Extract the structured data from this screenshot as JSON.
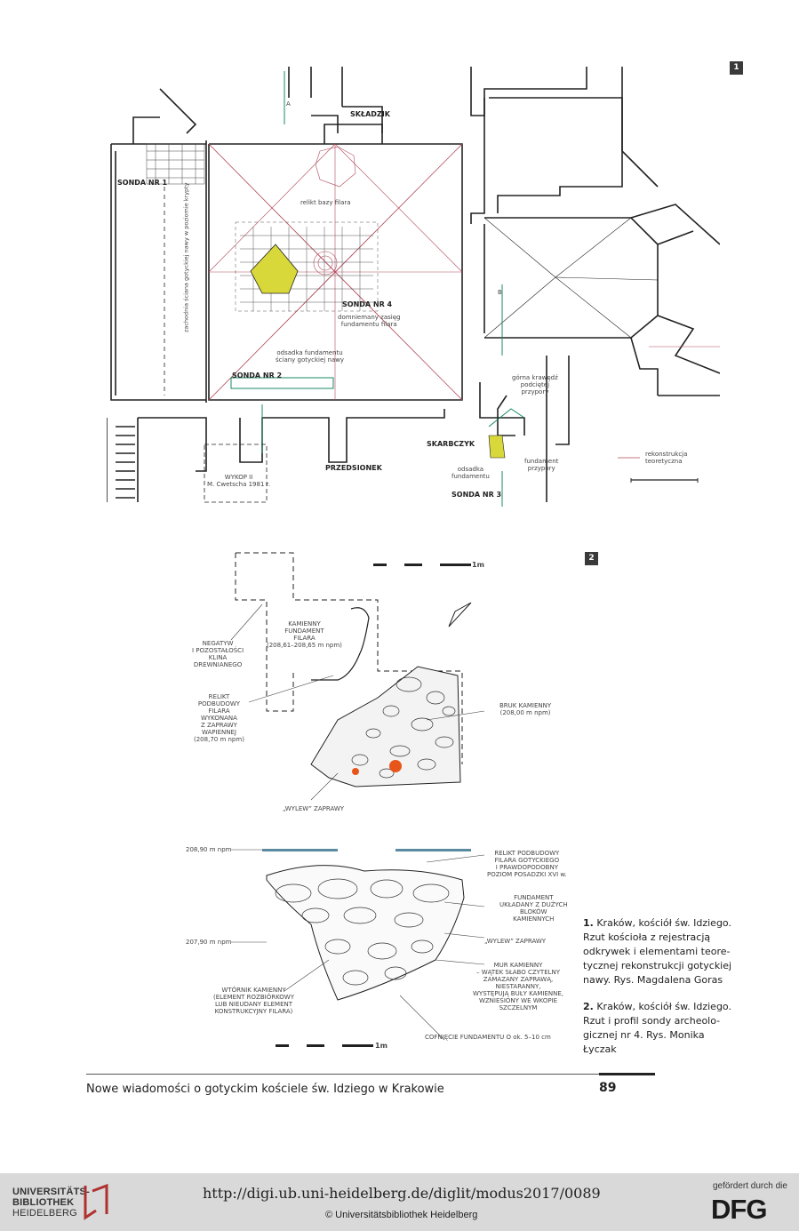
{
  "figure1": {
    "badge": "1",
    "labels": {
      "skladzik": "SKŁADZIK",
      "sonda1": "SONDA NR 1",
      "west_wall": "zachodnia ściana gotyckiej nawy w poziomie krypty",
      "relikt_bazy": "relikt bazy filara",
      "sonda4": "SONDA NR 4",
      "domniemany": "domniemany zasięg\nfundamentu filara",
      "odsadka_sciany": "odsadka fundamentu\nściany gotyckiej nawy",
      "sonda2": "SONDA NR 2",
      "gorna": "górna krawędź\npodciętej\nprzypory",
      "skarbczyk": "SKARBCZYK",
      "fundament_przypory": "fundament\nprzypory",
      "odsadka_fund": "odsadka\nfundamentu",
      "sonda3": "SONDA NR 3",
      "przedsionek": "PRZEDSIONEK",
      "wykop": "WYKOP II\nM. Cwetscha 1981 r.",
      "legend": "rekonstrukcja\nteoretyczna",
      "section_a": "A",
      "section_b": "B"
    }
  },
  "figure2": {
    "badge": "2",
    "scale_top": "1m",
    "scale_bottom": "1m",
    "labels": {
      "kamienny": "KAMIENNY\nFUNDAMENT\nFILARA\n(208,61–208,65 m npm)",
      "negatyw": "NEGATYW\nI POZOSTAŁOŚCI\nKLINA\nDREWNIANEGO",
      "relikt": "RELIKT\nPODBUDOWY\nFILARA\nWYKONANA\nZ ZAPRAWY\nWAPIENNEJ\n(208,70 m npm)",
      "bruk": "BRUK KAMIENNY\n(208,00 m npm)",
      "wylew_plan": "„WYLEW” ZAPRAWY",
      "level1": "208,90 m npm",
      "level2": "207,90 m npm",
      "relikt_podb": "RELIKT PODBUDOWY\nFILARA GOTYCKIEGO\nI PRAWDOPODOBNY\nPOZIOM POSADZKI XVI w.",
      "fundament_ukl": "FUNDAMENT\nUKŁADANY Z DUŻYCH\nBLOKÓW\nKAMIENNYCH",
      "wylew_sec": "„WYLEW” ZAPRAWY",
      "mur": "MUR KAMIENNY\n– WĄTEK SŁABO CZYTELNY\nZAMAZANY ZAPRAWĄ,\nNIESTARANNY,\nWYSTĘPUJĄ BUŁY KAMIENNE,\nWZNIESIONY WE WKOPIE\nSZCZELNYM",
      "wtornik": "WTÓRNIK KAMIENNY\n(ELEMENT ROZBIÓRKOWY\nLUB NIEUDANY ELEMENT\nKONSTRUKCYJNY FILARA)",
      "cofniecie": "COFNIĘCIE FUNDAMENTU O ok. 5–10 cm"
    }
  },
  "captions": {
    "c1_num": "1.",
    "c1_text": "Kraków, kościół św. Idziego. Rzut kościoła z rejestracją odkrywek i elementami teore-tycznej rekonstrukcji gotyckiej nawy. Rys. Magdalena Goras",
    "c2_num": "2.",
    "c2_text": "Kraków, kościół św. Idziego. Rzut i profil sondy archeolo-gicznej nr 4. Rys. Monika Łyczak"
  },
  "footer": {
    "title": "Nowe wiadomości o gotyckim kościele św. Idziego w Krakowie",
    "page_number": "89"
  },
  "banner": {
    "ub_line1": "UNIVERSITÄTS-",
    "ub_line2": "BIBLIOTHEK",
    "ub_line3": "HEIDELBERG",
    "url": "http://digi.ub.uni-heidelberg.de/diglit/modus2017/0089",
    "copyright": "© Universitätsbibliothek Heidelberg",
    "dfg_small": "gefördert durch die",
    "dfg_logo": "DFG"
  },
  "colors": {
    "wall": "#222222",
    "reconstruction": "#b04a5a",
    "sonda": "#1a8a6a",
    "pillar_yellow": "#d8d83a",
    "mortar_orange": "#e8551a",
    "footer_gray": "#d9d9d9"
  }
}
